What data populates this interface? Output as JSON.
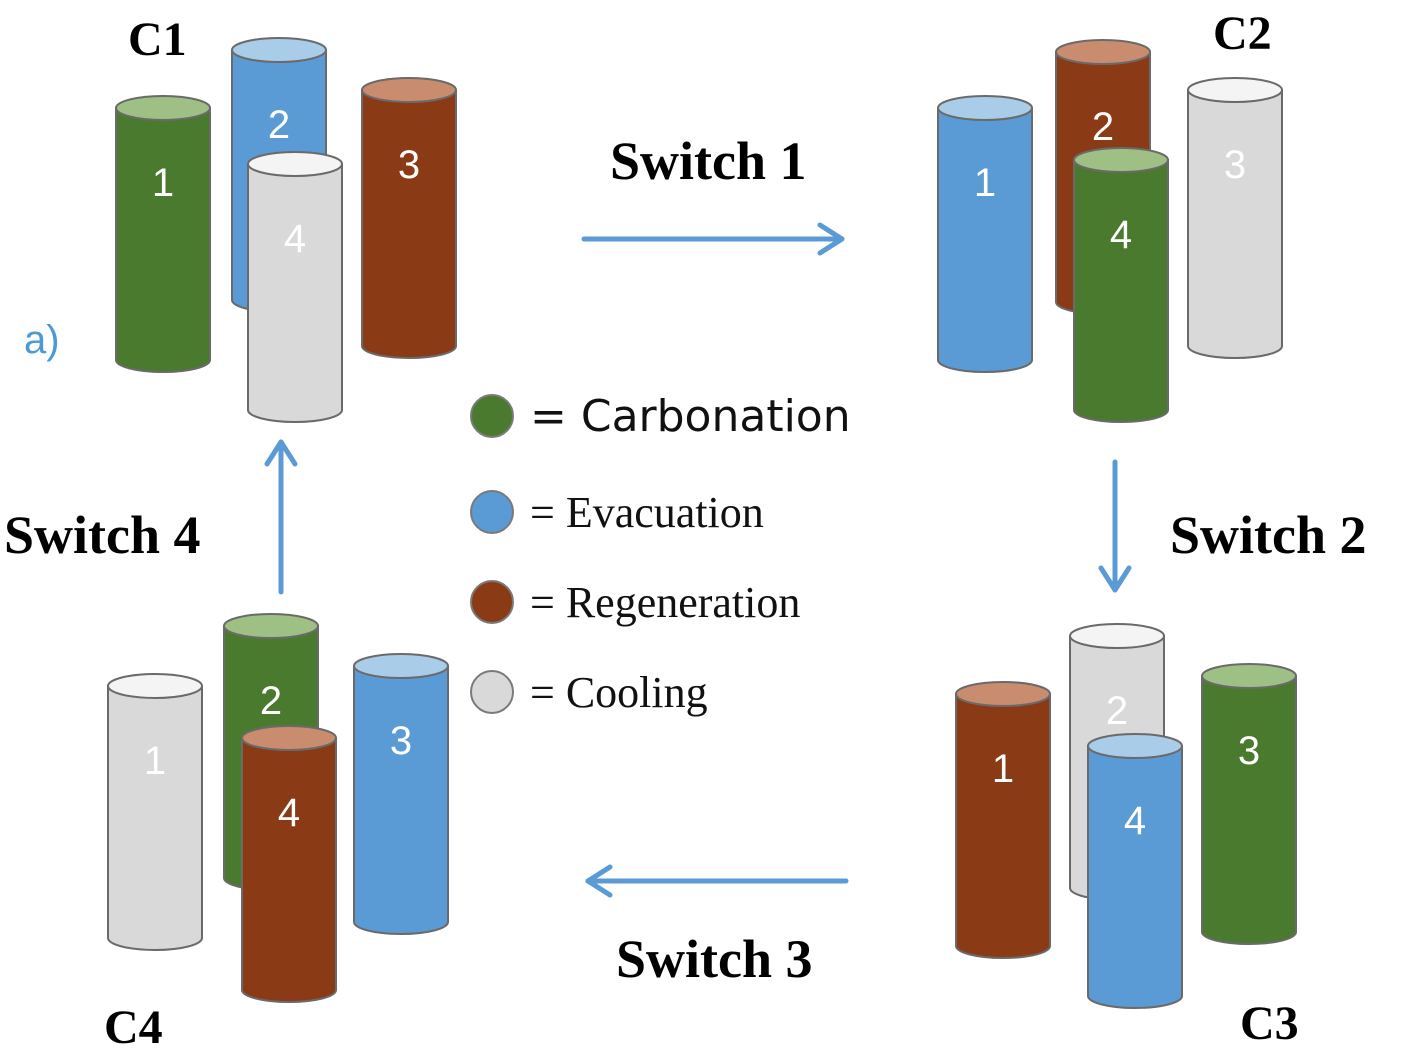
{
  "panel_label": "a)",
  "configurations": [
    {
      "label": "C1",
      "columns": [
        {
          "number": "1",
          "phase": "carbonation"
        },
        {
          "number": "2",
          "phase": "evacuation"
        },
        {
          "number": "3",
          "phase": "regeneration"
        },
        {
          "number": "4",
          "phase": "cooling"
        }
      ]
    },
    {
      "label": "C2",
      "columns": [
        {
          "number": "1",
          "phase": "evacuation"
        },
        {
          "number": "2",
          "phase": "regeneration"
        },
        {
          "number": "3",
          "phase": "cooling"
        },
        {
          "number": "4",
          "phase": "carbonation"
        }
      ]
    },
    {
      "label": "C3",
      "columns": [
        {
          "number": "1",
          "phase": "regeneration"
        },
        {
          "number": "2",
          "phase": "cooling"
        },
        {
          "number": "3",
          "phase": "carbonation"
        },
        {
          "number": "4",
          "phase": "evacuation"
        }
      ]
    },
    {
      "label": "C4",
      "columns": [
        {
          "number": "1",
          "phase": "cooling"
        },
        {
          "number": "2",
          "phase": "carbonation"
        },
        {
          "number": "3",
          "phase": "evacuation"
        },
        {
          "number": "4",
          "phase": "regeneration"
        }
      ]
    }
  ],
  "switches": [
    {
      "label": "Switch 1",
      "from": "C1",
      "to": "C2"
    },
    {
      "label": "Switch 2",
      "from": "C2",
      "to": "C3"
    },
    {
      "label": "Switch 3",
      "from": "C3",
      "to": "C4"
    },
    {
      "label": "Switch 4",
      "from": "C4",
      "to": "C1"
    }
  ],
  "legend": [
    {
      "key": "carbonation",
      "text": "= Carbonation",
      "color": "#4a7a2e",
      "top_color": "#9ec085",
      "text_color": "#ffffff"
    },
    {
      "key": "evacuation",
      "text": "= Evacuation",
      "color": "#5b9bd5",
      "top_color": "#a9cde8",
      "text_color": "#ffffff"
    },
    {
      "key": "regeneration",
      "text": "= Regeneration",
      "color": "#8b3a16",
      "top_color": "#c98c6e",
      "text_color": "#ffffff"
    },
    {
      "key": "cooling",
      "text": "= Cooling",
      "color": "#d9d9d9",
      "top_color": "#f4f4f4",
      "text_color": "#ffffff"
    }
  ],
  "arrow_color": "#5b9bd5"
}
